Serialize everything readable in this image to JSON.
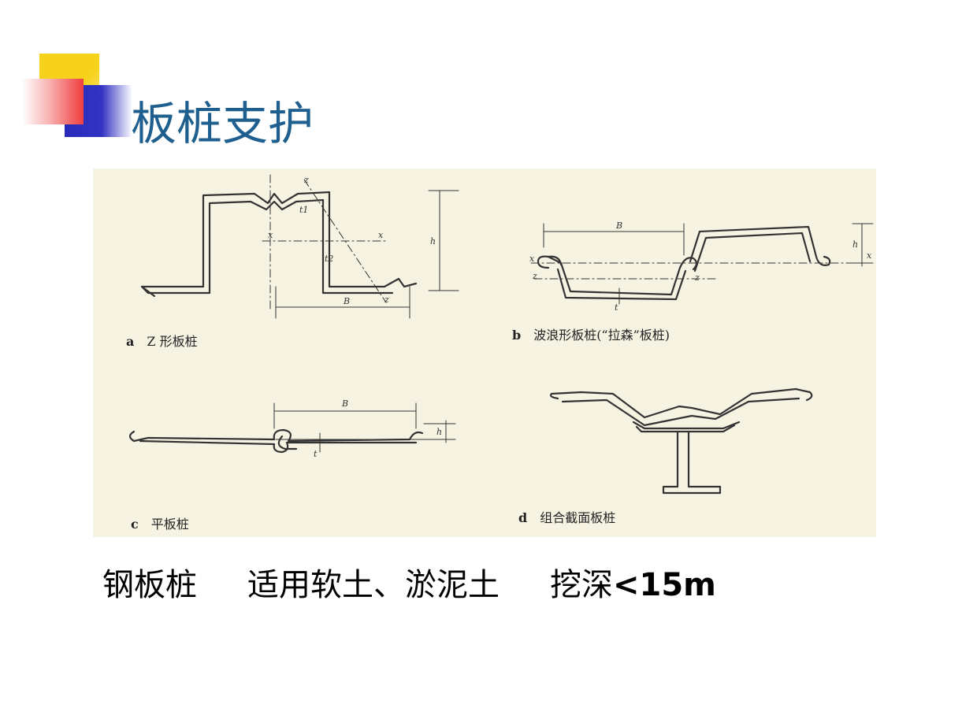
{
  "slide": {
    "title": "板桩支护",
    "colors": {
      "title": "#1f5f8f",
      "deco_yellow": "#f7d21c",
      "deco_red": "#ef3e3e",
      "deco_blue": "#2a2ab8"
    }
  },
  "figure": {
    "panels": [
      {
        "letter": "a",
        "caption": "Z 形板桩",
        "labels": [
          "x",
          "x",
          "z",
          "z",
          "t1",
          "t2",
          "B",
          "h"
        ]
      },
      {
        "letter": "b",
        "caption": "波浪形板桩(“拉森”板桩)",
        "labels": [
          "B",
          "h",
          "x",
          "x",
          "z",
          "z",
          "t"
        ]
      },
      {
        "letter": "c",
        "caption": "平板桩",
        "labels": [
          "B",
          "h",
          "t"
        ]
      },
      {
        "letter": "d",
        "caption": "组合截面板桩",
        "labels": []
      }
    ]
  },
  "bottom_text": {
    "item1": "钢板桩",
    "item2": "适用软土、淤泥土",
    "item3_prefix": "挖深",
    "item3_value": "<15m"
  }
}
